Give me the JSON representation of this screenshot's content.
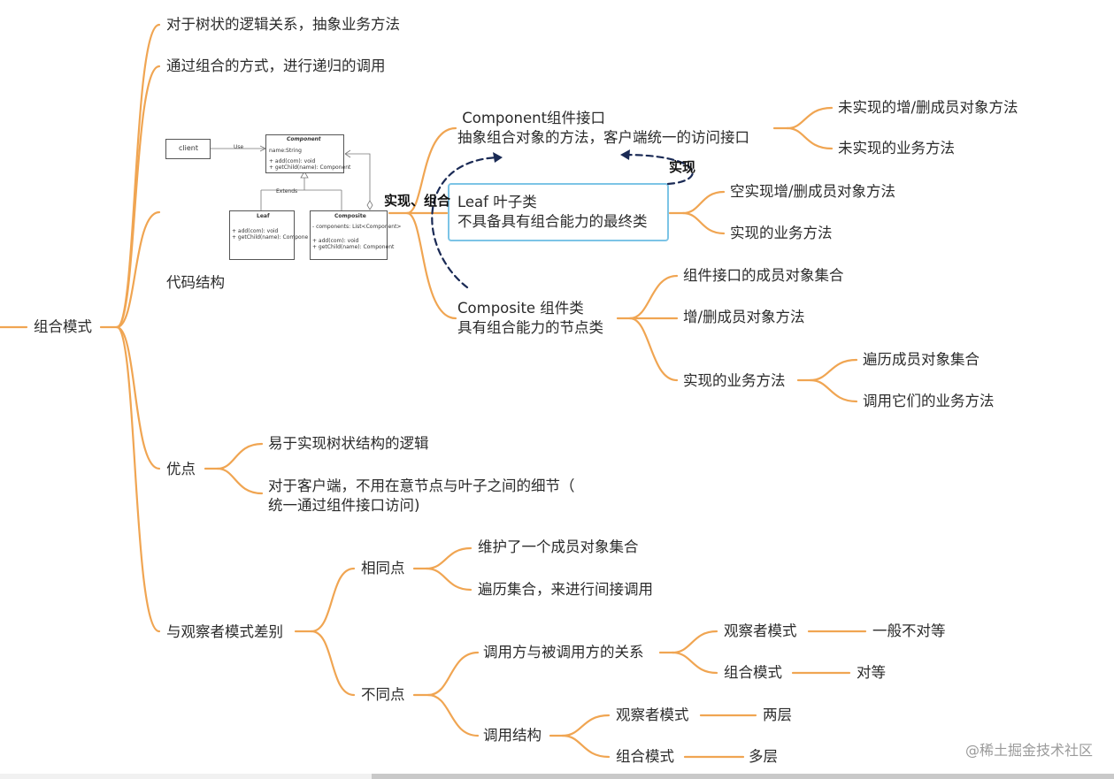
{
  "colors": {
    "branch": "#f0a552",
    "text": "#2b2b2b",
    "highlight_border": "#7cc4e6",
    "annotation_arrow": "#1a2a55"
  },
  "root": {
    "label": "组合模式"
  },
  "level1": {
    "tree_logic": "对于树状的逻辑关系，抽象业务方法",
    "recursion": "通过组合的方式，进行递归的调用",
    "code_structure": "代码结构",
    "advantages": "优点",
    "vs_observer": "与观察者模式差别"
  },
  "code": {
    "component": {
      "label": " Component组件接口\n抽象组合对象的方法，客户端统一的访问接口",
      "children": [
        "未实现的增/删成员对象方法",
        "未实现的业务方法"
      ]
    },
    "leaf": {
      "label": "Leaf 叶子类\n不具备具有组合能力的最终类",
      "children": [
        "空实现增/删成员对象方法",
        "实现的业务方法"
      ]
    },
    "composite": {
      "label": "Composite 组件类\n具有组合能力的节点类",
      "children": [
        "组件接口的成员对象集合",
        "增/删成员对象方法",
        "实现的业务方法"
      ],
      "business_children": [
        "遍历成员对象集合",
        "调用它们的业务方法"
      ]
    },
    "annotations": {
      "implement_compose": "实现、组合",
      "implement": "实现"
    }
  },
  "uml": {
    "client": "client",
    "use": "Use",
    "component": {
      "name": "Component",
      "attr": "name:String",
      "ops": "+ add(com): void\n+ getChild(name): Component"
    },
    "extends": "Extends",
    "leaf": {
      "name": "Leaf",
      "ops": "+ add(com): void\n+ getChild(name): Compone"
    },
    "composite": {
      "name": "Composite",
      "attr": "- components: List<Component>",
      "ops": "+ add(com): void\n+ getChild(name): Component"
    }
  },
  "advantages": {
    "items": [
      "易于实现树状结构的逻辑",
      "对于客户端，不用在意节点与叶子之间的细节（\n统一通过组件接口访问)"
    ]
  },
  "vs_observer": {
    "same": {
      "label": "相同点",
      "items": [
        "维护了一个成员对象集合",
        "遍历集合，来进行间接调用"
      ]
    },
    "diff": {
      "label": "不同点",
      "relation": {
        "label": "调用方与被调用方的关系",
        "observer": "观察者模式",
        "observer_value": "一般不对等",
        "composite": "组合模式",
        "composite_value": "对等"
      },
      "structure": {
        "label": "调用结构",
        "observer": "观察者模式",
        "observer_value": "两层",
        "composite": "组合模式",
        "composite_value": "多层"
      }
    }
  },
  "watermark": "@稀土掘金技术社区"
}
